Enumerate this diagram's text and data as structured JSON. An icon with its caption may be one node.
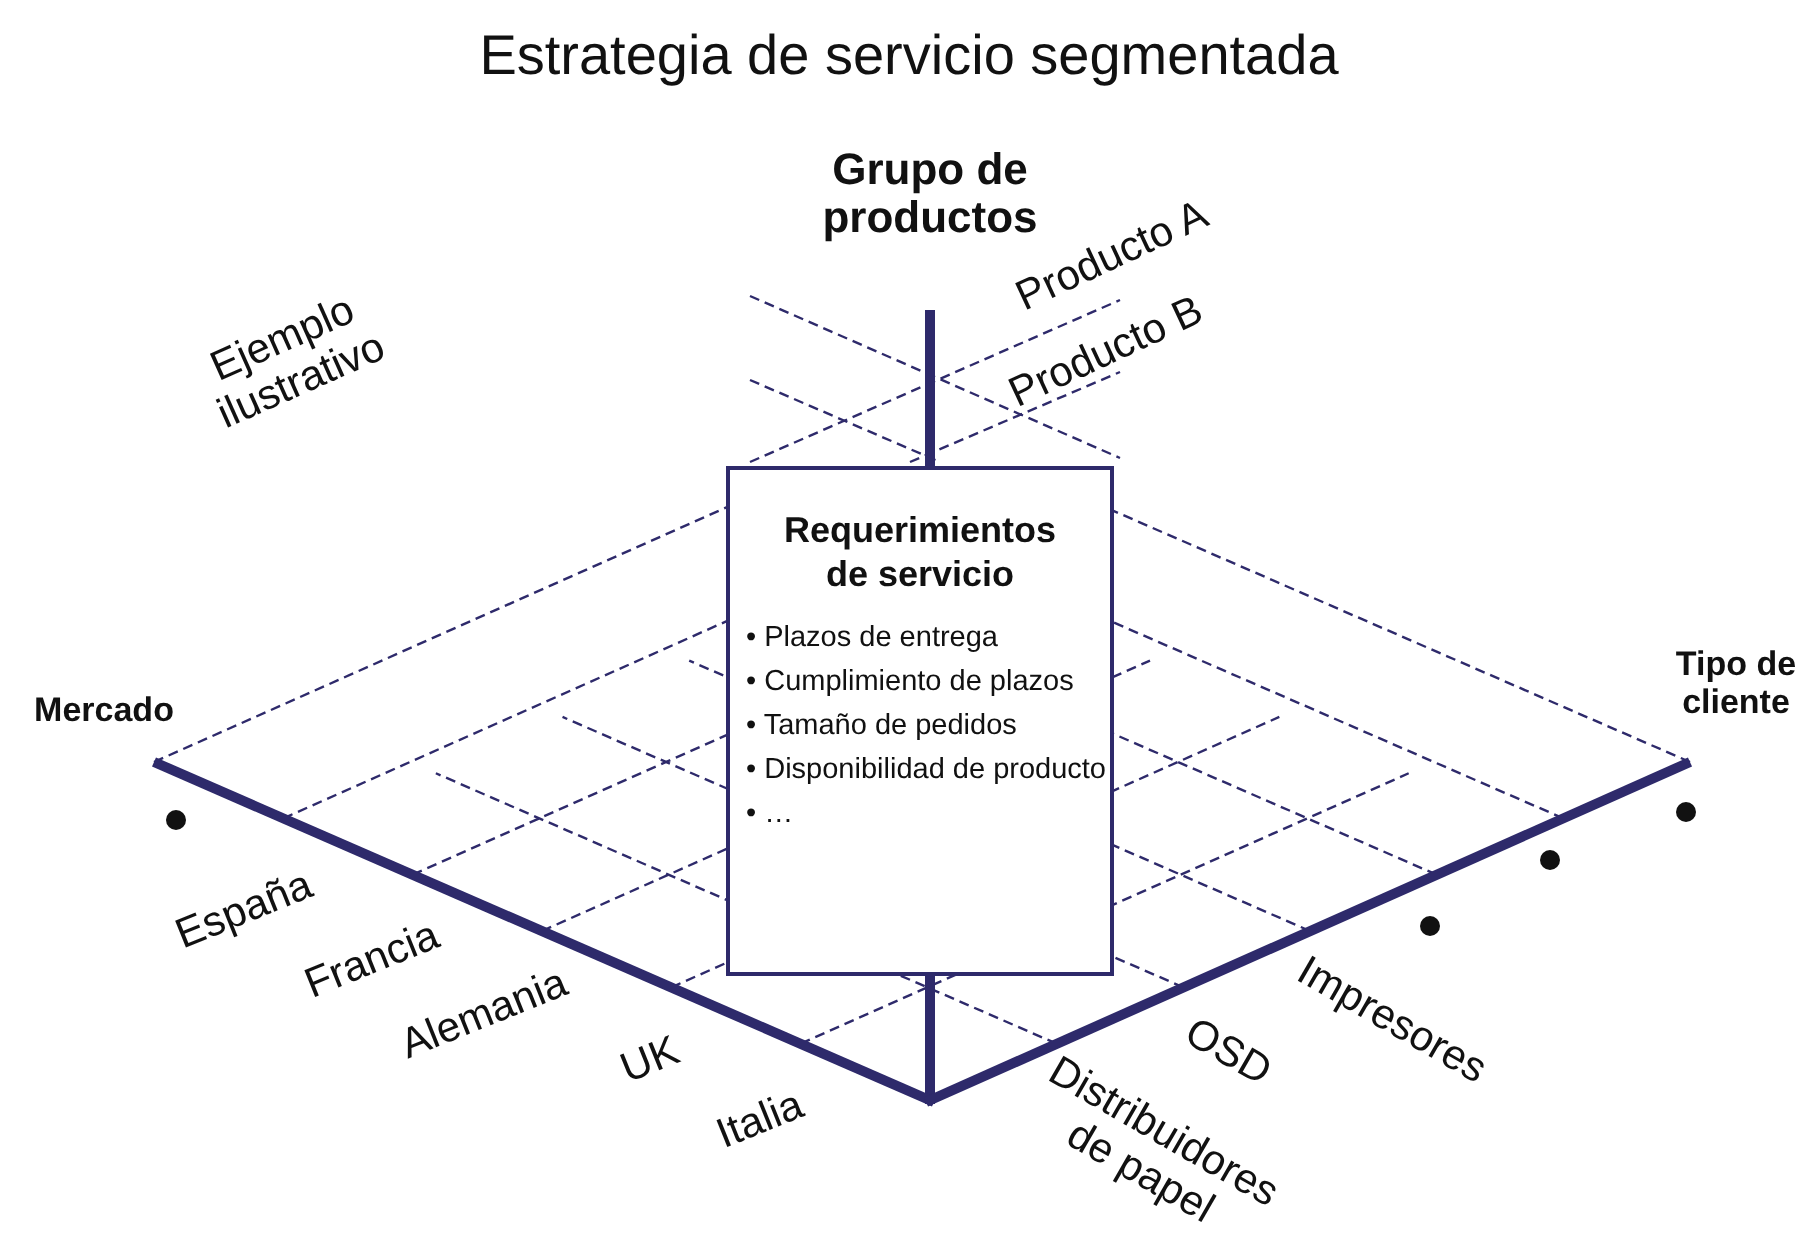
{
  "diagram": {
    "title": "Estrategia de servicio segmentada",
    "nodes": [
      {
        "text": [
          "Requerimientos de servicio",
          "• Plazos de entrega",
          "• Cumplimiento de plazos",
          "• Tamaño de pedidos",
          "• Disponibilidad de producto",
          "• …"
        ]
      }
    ],
    "labels": [
      "Grupo de productos",
      "Producto A",
      "Producto B",
      "Ejemplo ilustrativo",
      "Mercado",
      "Tipo de cliente",
      "España",
      "Francia",
      "Alemania",
      "UK",
      "Italia",
      "Distribuidores de papel",
      "OSD",
      "Impresores"
    ]
  }
}
